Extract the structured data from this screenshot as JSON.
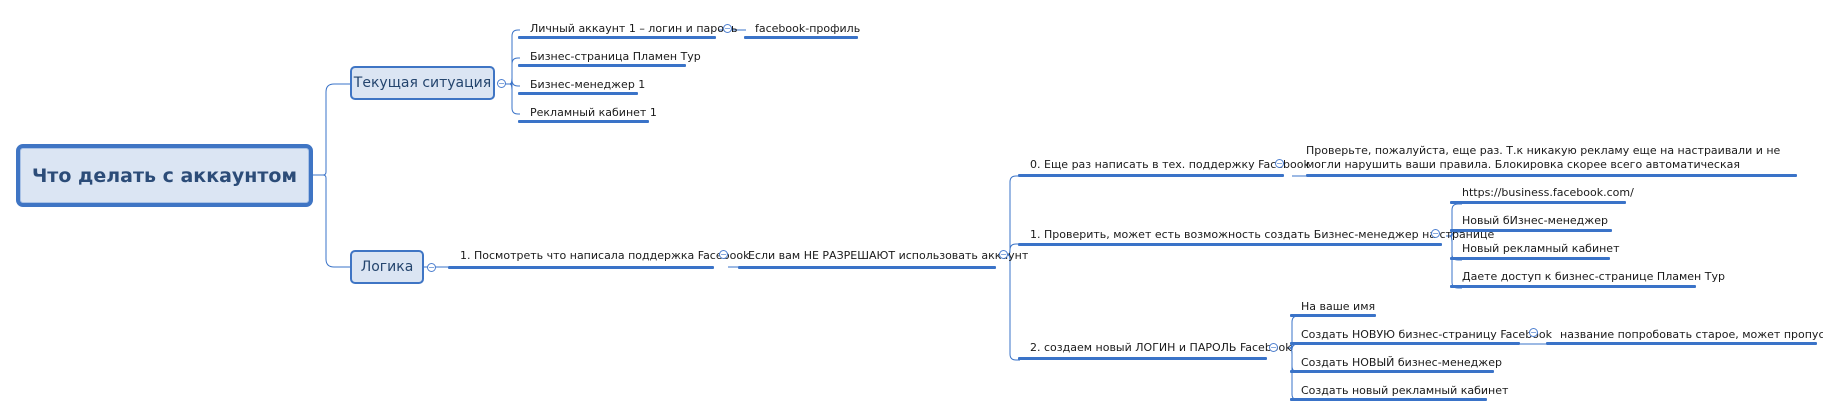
{
  "root": {
    "label": "Что делать с аккаунтом"
  },
  "branches": {
    "current": {
      "label": "Текущая ситуация"
    },
    "logic": {
      "label": "Логика"
    }
  },
  "current_items": [
    "Личный аккаунт  1 – логин и пароль",
    "Бизнес-страница Пламен Тур",
    "Бизнес-менеджер 1",
    "Рекламный кабинет 1"
  ],
  "facebook_profile": "facebook-профиль",
  "logic": {
    "step1": "1. Посмотреть что написала поддержка Facebook",
    "if_not_allowed": "Если вам НЕ РАЗРЕШАЮТ использовать аккаунт",
    "options": [
      "0. Еще раз написать в тех. поддержку Facebook",
      "1. Проверить, может есть возможность создать Бизнес-менеджер на странице",
      "2. создаем новый ЛОГИН и ПАРОЛЬ Facebook"
    ],
    "support_message": "Проверьте, пожалуйста, еще раз. Т.к никакую рекламу еще на настраивали и не могли нарушить ваши правила. Блокировка скорее всего автоматическая",
    "bm_items": [
      "https://business.facebook.com/",
      "Новый бИзнес-менеджер",
      "Новый рекламный кабинет",
      "Даете доступ к бизнес-странице Пламен Тур"
    ],
    "new_login_items": [
      "На ваше имя",
      "Создать НОВУЮ бизнес-страницу Facebook",
      "Создать НОВЫЙ бизнес-менеджер",
      "Создать новый рекламный кабинет"
    ],
    "old_name_note": "название попробовать старое, может пропустит"
  },
  "collapse_symbol": "−",
  "line_color": "#3a73c8"
}
